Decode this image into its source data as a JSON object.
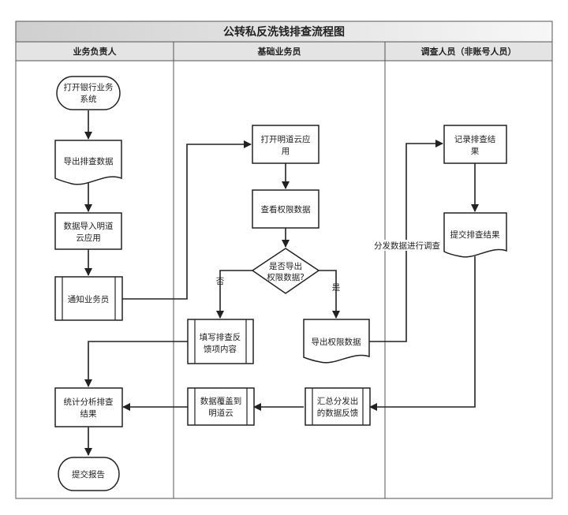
{
  "title": "公转私反洗钱排查流程图",
  "lanes": [
    "业务负责人",
    "基础业务员",
    "调查人员（非账号人员）"
  ],
  "nodes": {
    "open_bank": [
      "打开银行业务",
      "系统"
    ],
    "export_data": [
      "导出排查数据"
    ],
    "import_data": [
      "数据导入明道",
      "云应用"
    ],
    "notify": [
      "通知业务员"
    ],
    "stats": [
      "统计分析排查",
      "结果"
    ],
    "submit_report": [
      "提交报告"
    ],
    "open_app": [
      "打开明道云应",
      "用"
    ],
    "view_perm": [
      "查看权限数据"
    ],
    "decision": [
      "是否导出",
      "权限数据?"
    ],
    "fill_feedback": [
      "填写排查反",
      "馈项内容"
    ],
    "export_perm": [
      "导出权限数据"
    ],
    "overwrite": [
      "数据覆盖到",
      "明道云"
    ],
    "summarize": [
      "汇总分发出",
      "的数据反馈"
    ],
    "record": [
      "记录排查结",
      "果"
    ],
    "submit_result": [
      "提交排查结果"
    ]
  },
  "edge_labels": {
    "no": "否",
    "yes": "是",
    "distribute": "分发数据进行调查"
  }
}
